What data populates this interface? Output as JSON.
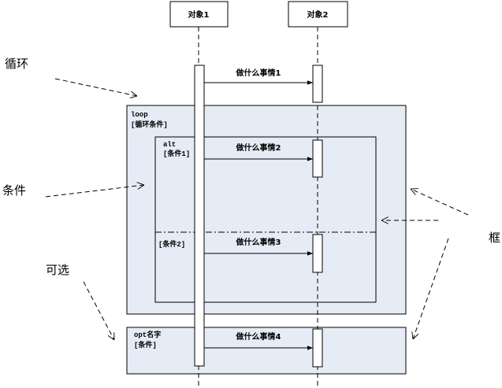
{
  "colors": {
    "fragment_fill": "#e6ecf6",
    "stroke": "#000000",
    "background": "#ffffff"
  },
  "objects": {
    "object1": "对象1",
    "object2": "对象2"
  },
  "messages": {
    "m1": "做什么事情1",
    "m2": "做什么事情2",
    "m3": "做什么事情3",
    "m4": "做什么事情4"
  },
  "fragments": {
    "loop_op": "loop",
    "loop_guard": "[循环条件]",
    "alt_op": "alt",
    "alt_guard1": "[条件1]",
    "alt_guard2": "[条件2]",
    "opt_op": "opt名字",
    "opt_guard": "[条件]"
  },
  "annotations": {
    "loop": "循环",
    "condition": "条件",
    "optional": "可选",
    "frame": "框"
  }
}
